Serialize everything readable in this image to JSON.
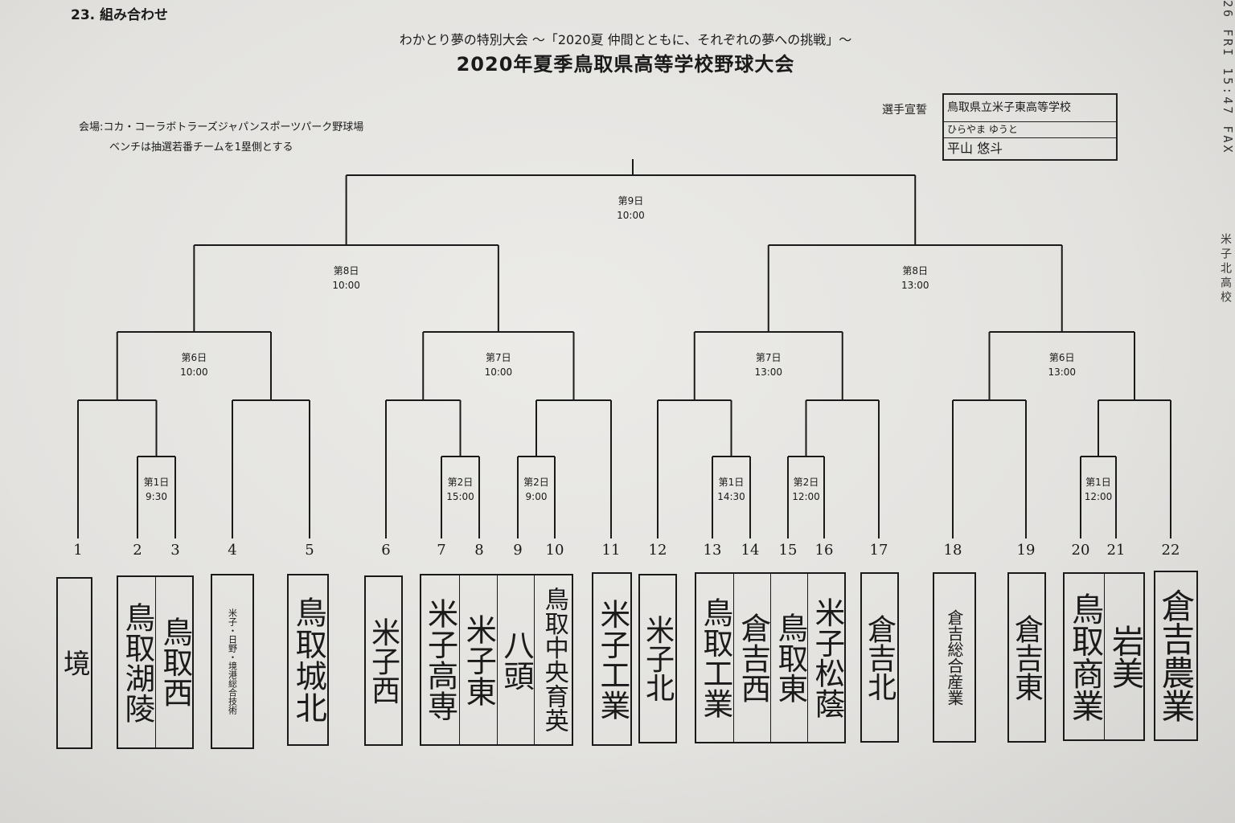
{
  "header": {
    "doc_id": "23. 組み合わせ",
    "subtitle": "わかとり夢の特別大会 〜「2020夏 仲間とともに、それぞれの夢への挑戦」〜",
    "title": "2020年夏季鳥取県高等学校野球大会",
    "venue": "会場:コカ・コーラボトラーズジャパンスポーツパーク野球場",
    "bench_note": "ベンチは抽選若番チームを1塁側とする"
  },
  "oath": {
    "label": "選手宣誓",
    "school": "鳥取県立米子東高等学校",
    "reading": "ひらやま ゆうと",
    "name": "平山 悠斗"
  },
  "fax_header": "26 FRI 15:47 FAX",
  "fax_sender": "米子北高校",
  "matches": {
    "r1_a": {
      "day": "第1日",
      "time": "9:30"
    },
    "r1_b": {
      "day": "第2日",
      "time": "15:00"
    },
    "r1_c": {
      "day": "第2日",
      "time": "9:00"
    },
    "r1_d": {
      "day": "第1日",
      "time": "14:30"
    },
    "r1_e": {
      "day": "第2日",
      "time": "12:00"
    },
    "r1_f": {
      "day": "第1日",
      "time": "12:00"
    },
    "qf_a": {
      "day": "第6日",
      "time": "10:00"
    },
    "qf_b": {
      "day": "第7日",
      "time": "10:00"
    },
    "qf_c": {
      "day": "第7日",
      "time": "13:00"
    },
    "qf_d": {
      "day": "第6日",
      "time": "13:00"
    },
    "sf_a": {
      "day": "第8日",
      "time": "10:00"
    },
    "sf_b": {
      "day": "第8日",
      "time": "13:00"
    },
    "final": {
      "day": "第9日",
      "time": "10:00"
    }
  },
  "teams": [
    {
      "seed": "1",
      "name": "境"
    },
    {
      "seed": "2",
      "name": "鳥取湖陵"
    },
    {
      "seed": "3",
      "name": "鳥取西"
    },
    {
      "seed": "4",
      "name": "米子・日野・境港総合技術"
    },
    {
      "seed": "5",
      "name": "鳥取城北"
    },
    {
      "seed": "6",
      "name": "米子西"
    },
    {
      "seed": "7",
      "name": "米子高専"
    },
    {
      "seed": "8",
      "name": "米子東"
    },
    {
      "seed": "9",
      "name": "八頭"
    },
    {
      "seed": "10",
      "name": "鳥取中央育英"
    },
    {
      "seed": "11",
      "name": "米子工業"
    },
    {
      "seed": "12",
      "name": "米子北"
    },
    {
      "seed": "13",
      "name": "鳥取工業"
    },
    {
      "seed": "14",
      "name": "倉吉西"
    },
    {
      "seed": "15",
      "name": "鳥取東"
    },
    {
      "seed": "16",
      "name": "米子松蔭"
    },
    {
      "seed": "17",
      "name": "倉吉北"
    },
    {
      "seed": "18",
      "name": "倉吉総合産業"
    },
    {
      "seed": "19",
      "name": "倉吉東"
    },
    {
      "seed": "20",
      "name": "鳥取商業"
    },
    {
      "seed": "21",
      "name": "岩美"
    },
    {
      "seed": "22",
      "name": "倉吉農業"
    }
  ]
}
